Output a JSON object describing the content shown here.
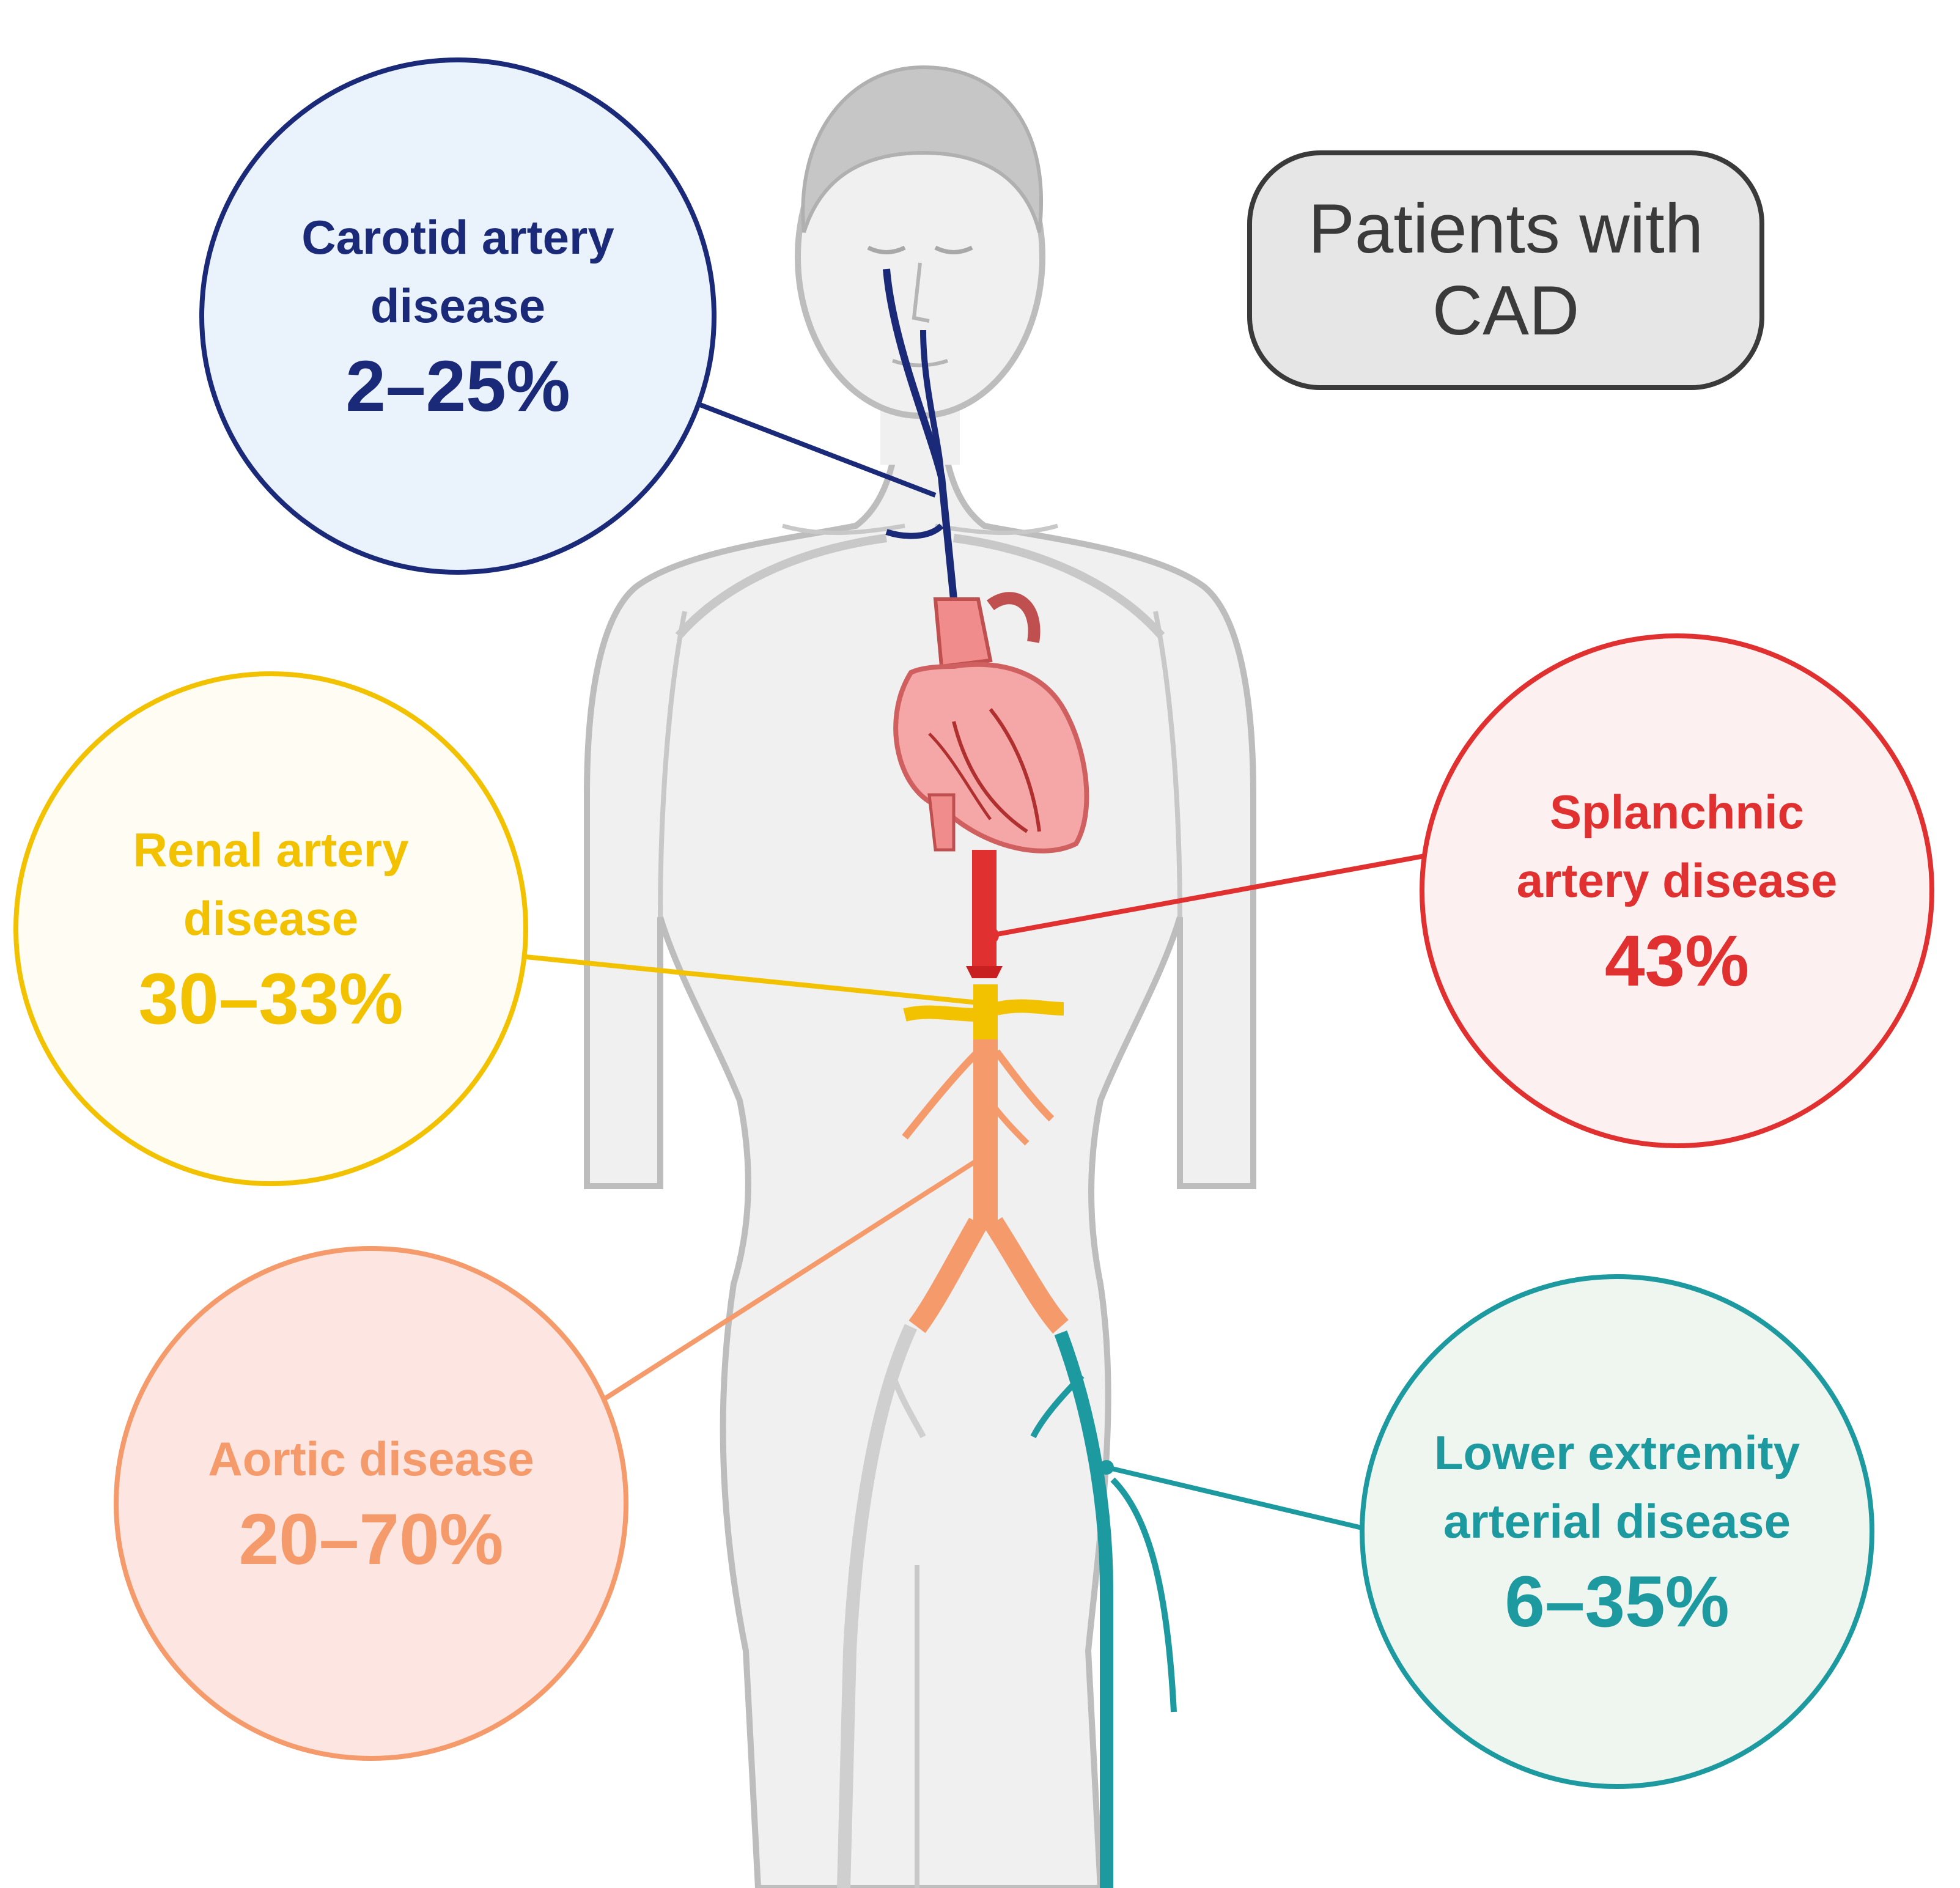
{
  "colors": {
    "carotid": "#1a2a78",
    "carotid_fill": "#eaf2fb",
    "renal": "#f2c200",
    "renal_fill": "#fffcf3",
    "splanchnic": "#e03030",
    "splanchnic_fill": "#fdf0f0",
    "aortic": "#f59a6a",
    "aortic_fill": "#fde6e1",
    "lower": "#1d9aa0",
    "lower_fill": "#eff5ef",
    "body_fill": "#f0f0f0",
    "body_stroke": "#bdbdbd",
    "vessel_gray": "#c8c8c8",
    "heart": "#f08c8c",
    "box_fill": "#e6e6e6",
    "box_stroke": "#3a3a3a"
  },
  "header_box": {
    "text": "Patients with\nCAD"
  },
  "circles": {
    "carotid": {
      "label": "Carotid artery\ndisease",
      "value": "2–25%"
    },
    "renal": {
      "label": "Renal artery\ndisease",
      "value": "30–33%"
    },
    "splanchnic": {
      "label": "Splanchnic\nartery disease",
      "value": "43%"
    },
    "aortic": {
      "label": "Aortic disease",
      "value": "20–70%"
    },
    "lower": {
      "label": "Lower extremity\narterial disease",
      "value": "6–35%"
    }
  },
  "icons": {
    "body": "human-body-icon",
    "heart": "heart-icon"
  }
}
